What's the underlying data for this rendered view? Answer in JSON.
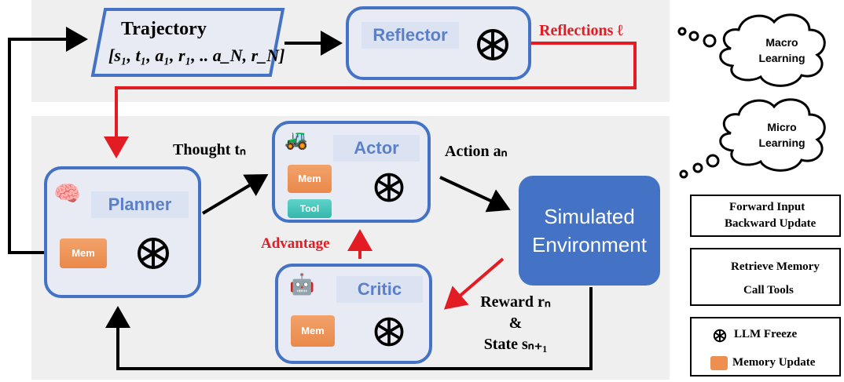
{
  "trajectory": {
    "title": "Trajectory",
    "seq": "[s₁, t₁, a₁, r₁, .. a_N, r_N]"
  },
  "reflector": {
    "title": "Reflector"
  },
  "reflections": "Reflections ℓ",
  "macro": {
    "line1": "Macro",
    "line2": "Learning"
  },
  "micro": {
    "line1": "Micro",
    "line2": "Learning"
  },
  "planner": {
    "title": "Planner",
    "mem": "Mem"
  },
  "actor": {
    "title": "Actor",
    "mem": "Mem",
    "tool": "Tool"
  },
  "critic": {
    "title": "Critic",
    "mem": "Mem"
  },
  "environment": {
    "line1": "Simulated",
    "line2": "Environment"
  },
  "thought": "Thought tₙ",
  "action": "Action aₙ",
  "advantage": "Advantage",
  "reward": {
    "line1": "Reward rₙ",
    "line2": "&",
    "line3": "State sₙ₊₁"
  },
  "legend": {
    "forward": "Forward Input",
    "backward": "Backward Update",
    "retrieve": "Retrieve Memory",
    "call": "Call Tools",
    "freeze": "LLM Freeze",
    "update": "Memory Update"
  },
  "colors": {
    "accent": "#4472c4",
    "red": "#e31b23",
    "memory": "#ed8f4f",
    "tool": "#3dbdb3"
  }
}
